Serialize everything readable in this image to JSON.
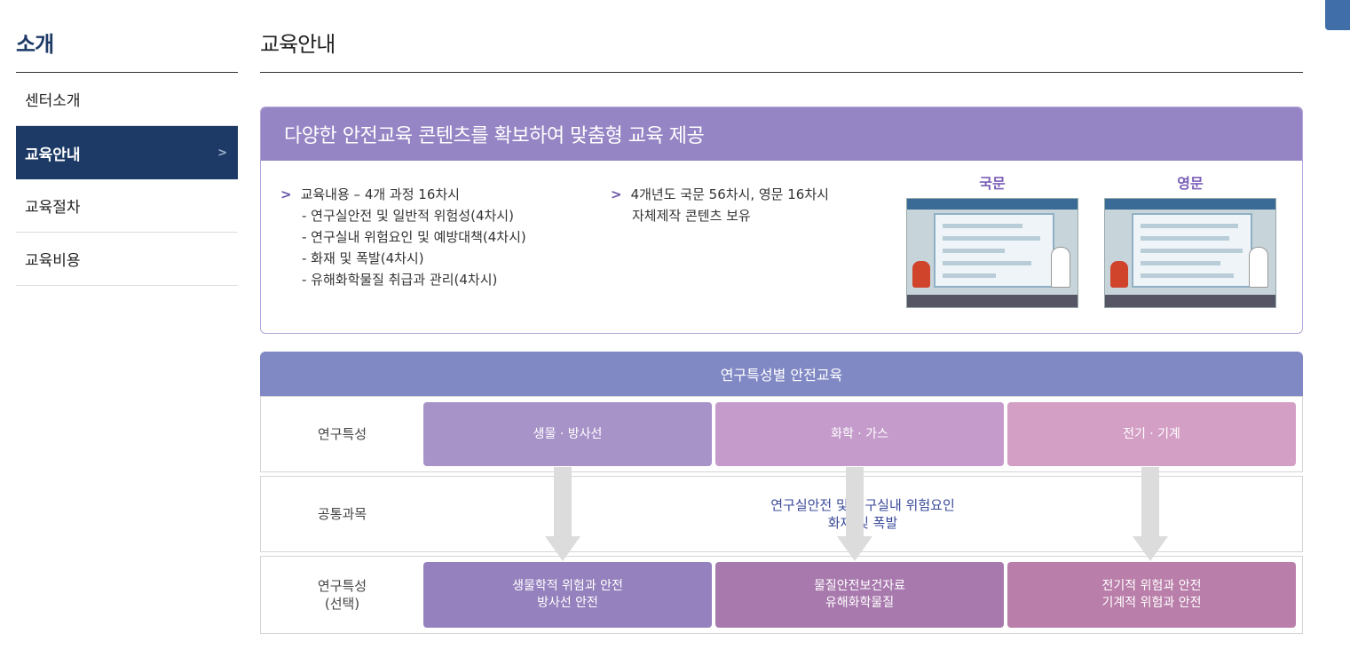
{
  "sidebar": {
    "title": "소개",
    "items": [
      {
        "label": "센터소개",
        "active": false
      },
      {
        "label": "교육안내",
        "active": true
      },
      {
        "label": "교육절차",
        "active": false
      },
      {
        "label": "교육비용",
        "active": false
      }
    ]
  },
  "page": {
    "title": "교육안내"
  },
  "overview": {
    "heading": "다양한 안전교육 콘텐츠를 확보하여 맞춤형 교육 제공",
    "col1": {
      "main": "교육내용 – 4개 과정 16차시",
      "subs": [
        "- 연구실안전 및 일반적 위험성(4차시)",
        "- 연구실내 위험요인 및 예방대책(4차시)",
        "- 화재 및 폭발(4차시)",
        "- 유해화학물질 취급과 관리(4차시)"
      ]
    },
    "col2": {
      "line1": "4개년도 국문 56차시, 영문 16차시",
      "line2": "자체제작 콘텐츠 보유"
    },
    "screenshots": [
      {
        "label": "국문"
      },
      {
        "label": "영문"
      }
    ]
  },
  "curriculum": {
    "heading": "연구특성별 안전교육",
    "row1_label": "연구특성",
    "categories": [
      "생물 · 방사선",
      "화학 · 가스",
      "전기 · 기계"
    ],
    "row2_label": "공통과목",
    "common_line1": "연구실안전 및 연구실내 위험요인",
    "common_line2": "화재 및 폭발",
    "row3_label_line1": "연구특성",
    "row3_label_line2": "(선택)",
    "electives": [
      {
        "line1": "생물학적 위험과 안전",
        "line2": "방사선 안전"
      },
      {
        "line1": "물질안전보건자료",
        "line2": "유해화학물질"
      },
      {
        "line1": "전기적 위험과 안전",
        "line2": "기계적 위험과 안전"
      }
    ],
    "colors": {
      "cat1": "#a893c9",
      "cat2": "#c49bcb",
      "cat3": "#d39fc4",
      "el1": "#9581bd",
      "el2": "#a879ad",
      "el3": "#b97ea9"
    }
  }
}
